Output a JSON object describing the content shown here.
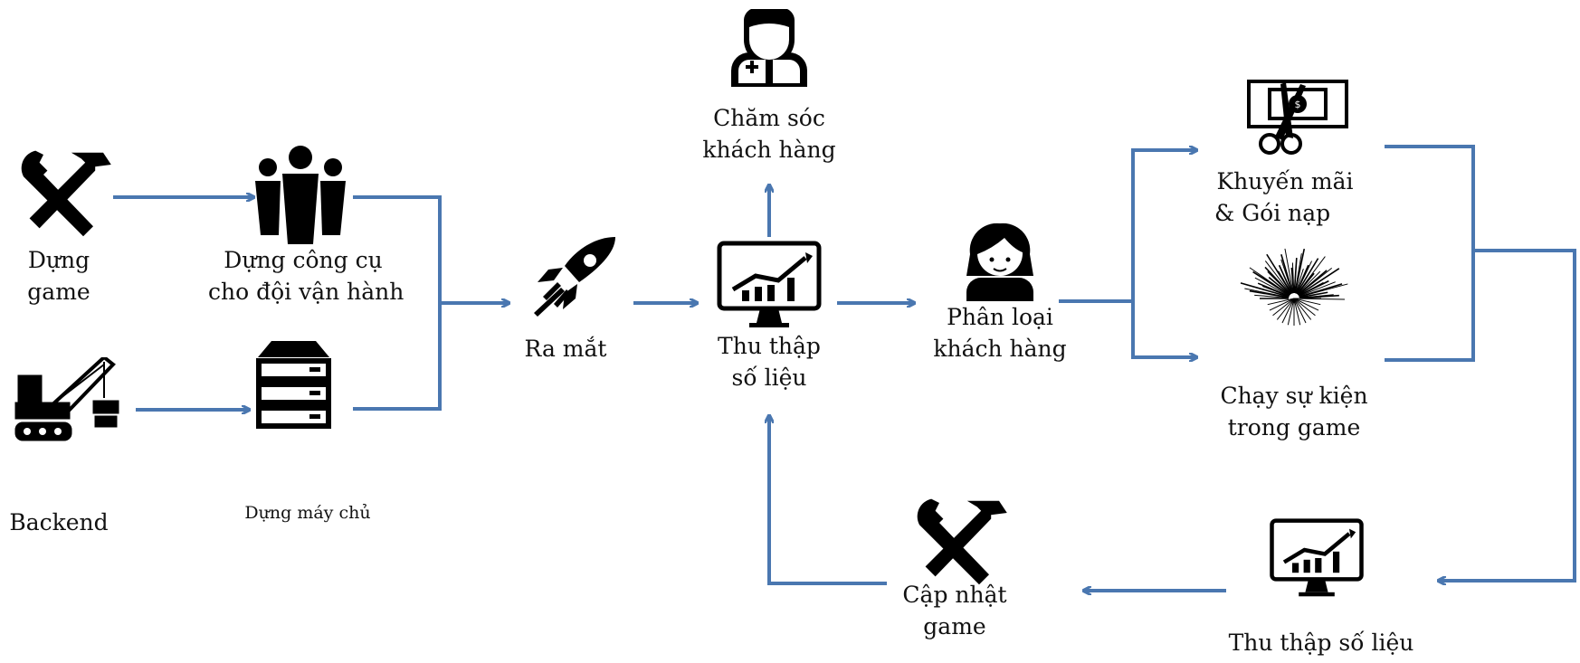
{
  "colors": {
    "arrow": "#4a77b0",
    "icon": "#000000"
  },
  "nodes": {
    "dung_game": {
      "lines": [
        "Dựng",
        "game"
      ],
      "icon": "wrench-hammer-icon"
    },
    "backend": {
      "lines": [
        "Backend"
      ],
      "icon": "crane-icon"
    },
    "dung_cong_cu": {
      "lines": [
        "Dựng công cụ",
        "cho đội vận hành"
      ],
      "icon": "team-icon"
    },
    "dung_may_chu": {
      "lines": [
        "Dựng máy chủ"
      ],
      "icon": "server-icon"
    },
    "ra_mat": {
      "lines": [
        "Ra mắt"
      ],
      "icon": "rocket-icon"
    },
    "thu_thap_1": {
      "lines": [
        "Thu thập",
        "số liệu"
      ],
      "icon": "monitor-chart-icon"
    },
    "cham_soc": {
      "lines": [
        "Chăm sóc",
        "khách hàng"
      ],
      "icon": "doctor-icon"
    },
    "phan_loai": {
      "lines": [
        "Phân loại",
        "khách hàng"
      ],
      "icon": "girl-icon"
    },
    "khuyen_mai": {
      "lines": [
        "Khuyến mãi",
        "& Gói nạp"
      ],
      "icon": "coupon-scissors-icon"
    },
    "chay_su_kien": {
      "lines": [
        "Chạy sự kiện",
        "trong game"
      ],
      "icon": "fireworks-icon"
    },
    "thu_thap_2": {
      "lines": [
        "Thu thập số liệu"
      ],
      "icon": "monitor-chart-icon"
    },
    "cap_nhat": {
      "lines": [
        "Cập nhật",
        "game"
      ],
      "icon": "wrench-hammer-icon"
    }
  }
}
